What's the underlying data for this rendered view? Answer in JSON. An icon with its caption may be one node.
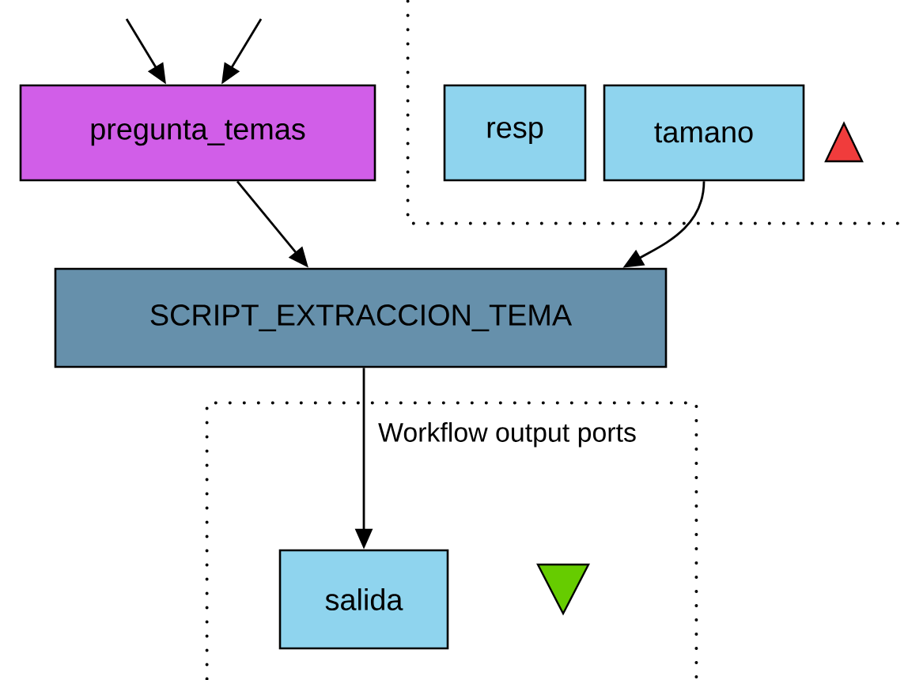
{
  "diagram": {
    "nodes": [
      {
        "text": [
          "pregunta_temas"
        ]
      },
      {
        "text": [],
        "shape": "box"
      },
      {
        "text": [
          "resp"
        ],
        "in": 1
      },
      {
        "text": [
          "tamano"
        ],
        "in": 1
      },
      {
        "text": [
          "SCRIPT_EXTRACCION_TEMA"
        ]
      },
      {
        "text": [
          "Workflow output ports"
        ]
      },
      {
        "text": [
          "salida"
        ],
        "in": 5
      }
    ],
    "edges": [
      {
        "from": null,
        "to": 0,
        "arrow": "to"
      },
      {
        "from": null,
        "to": 0,
        "arrow": "to"
      },
      {
        "from": 0,
        "to": 4,
        "arrow": "to"
      },
      {
        "from": 3,
        "to": 4,
        "arrow": "to"
      },
      {
        "from": 4,
        "to": 6,
        "arrow": "to"
      }
    ]
  }
}
